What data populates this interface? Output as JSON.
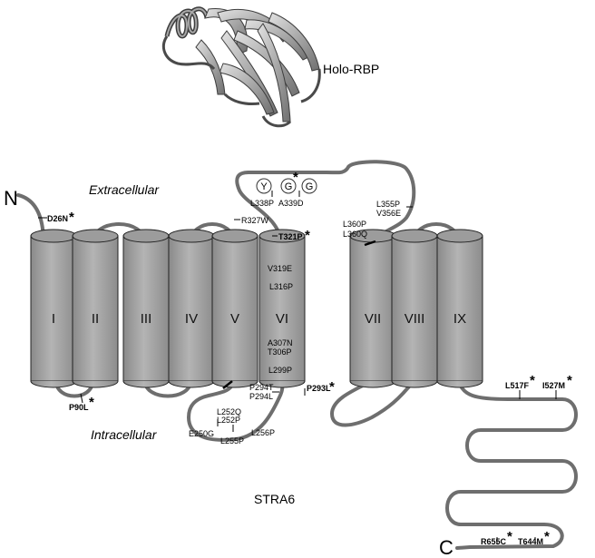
{
  "title": "STRA6",
  "ligand": {
    "label": "Holo-RBP"
  },
  "regions": {
    "extracellular": "Extracellular",
    "intracellular": "Intracellular"
  },
  "termini": {
    "n": "N",
    "c": "C"
  },
  "helices": [
    "I",
    "II",
    "III",
    "IV",
    "V",
    "VI",
    "VII",
    "VIII",
    "IX"
  ],
  "loop_residues": [
    "Y",
    "G",
    "G"
  ],
  "asterisk": "*",
  "mutations": {
    "D26N": "D26N",
    "P90L": "P90L",
    "R327W": "R327W",
    "T321P": "T321P",
    "L338P": "L338P",
    "A339D": "A339D",
    "L355P": "L355P",
    "V356E": "V356E",
    "L360P": "L360P",
    "L360Q": "L360Q",
    "V319E": "V319E",
    "L316P": "L316P",
    "A307N": "A307N",
    "T306P": "T306P",
    "L299P": "L299P",
    "P294T": "P294T",
    "P294L": "P294L",
    "P293L": "P293L",
    "L252Q": "L252Q",
    "L252P": "L252P",
    "E250G": "E250G",
    "L255P": "L255P",
    "L256P": "L256P",
    "L517F": "L517F",
    "I527M": "I527M",
    "R655C": "R655C",
    "T644M": "T644M"
  },
  "colors": {
    "helix_fill": "#a9a9a9",
    "helix_stroke": "#222222",
    "loop": "#6e6e6e",
    "ribbon_light": "#d0d0d0",
    "ribbon_dark": "#4a4a4a"
  }
}
